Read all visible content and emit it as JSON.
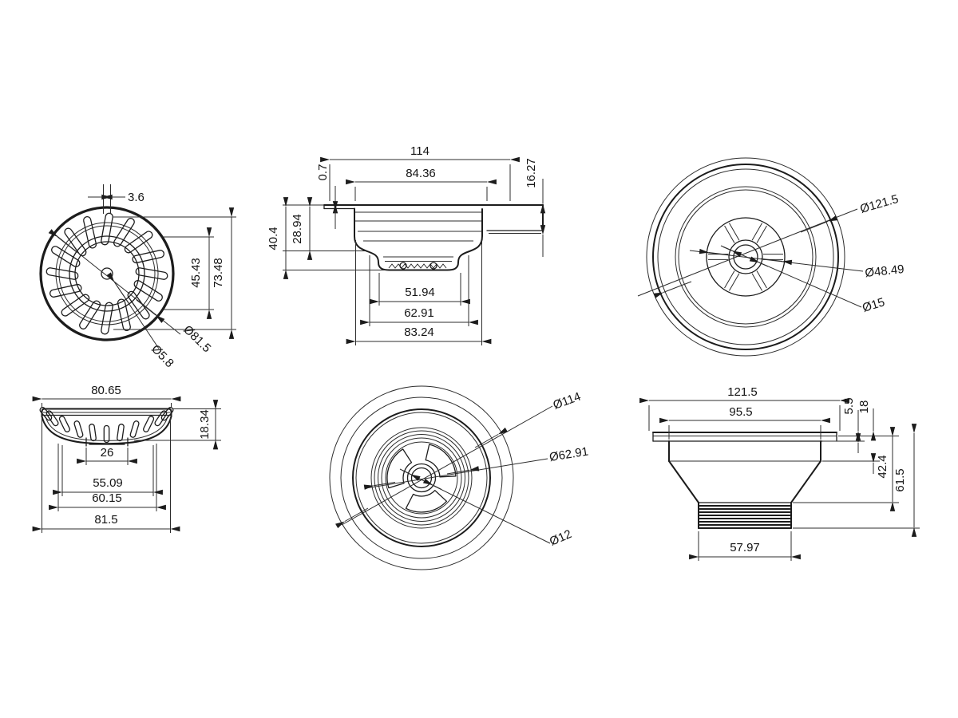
{
  "drawing": {
    "background_color": "#ffffff",
    "line_color": "#1c1c1c",
    "views": {
      "basket_top": {
        "dims": {
          "slot_width": "3.6",
          "inner_span": "45.43",
          "outer_span": "73.48",
          "basket_dia": "Ø81.5",
          "hole_dia": "Ø5.8"
        }
      },
      "flange_section": {
        "dims": {
          "overall_width": "114",
          "opening_width": "84.36",
          "rim_thickness": "0.7",
          "lip_height": "16.27",
          "upper_depth": "28.94",
          "total_depth": "40.4",
          "base_inner": "51.94",
          "base_mid": "62.91",
          "base_outer": "83.24"
        }
      },
      "flange_bottom": {
        "dims": {
          "outer_dia": "Ø121.5",
          "hub_dia": "Ø48.49",
          "center_dia": "Ø15"
        }
      },
      "basket_side": {
        "dims": {
          "top_width": "80.65",
          "height": "18.34",
          "hub_width": "26",
          "slot_span": "55.09",
          "body_width": "60.15",
          "overall_width": "81.5"
        }
      },
      "flange_top": {
        "dims": {
          "outer_dia": "Ø114",
          "inner_dia": "Ø62.91",
          "center_dia": "Ø12"
        }
      },
      "body_side": {
        "dims": {
          "flange_width": "121.5",
          "body_width": "95.5",
          "flange_thickness": "5.5",
          "neck_depth": "18",
          "cone_depth": "42.4",
          "overall_height": "61.5",
          "thread_width": "57.97"
        }
      }
    }
  }
}
